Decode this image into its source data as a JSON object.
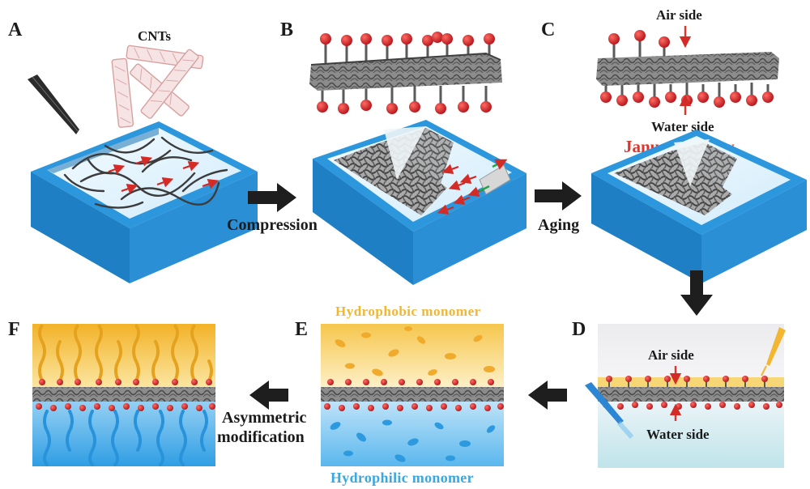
{
  "panels": {
    "a": {
      "letter": "A",
      "label": "CNTs"
    },
    "b": {
      "letter": "B"
    },
    "c": {
      "letter": "C",
      "air": "Air side",
      "water": "Water side",
      "janus": "Janus property"
    },
    "d": {
      "letter": "D",
      "air": "Air side",
      "water": "Water side"
    },
    "e": {
      "letter": "E",
      "top": "Hydrophobic monomer",
      "bottom": "Hydrophilic monomer"
    },
    "f": {
      "letter": "F"
    }
  },
  "steps": {
    "compression": "Compression",
    "aging": "Aging",
    "asym_line1": "Asymmetric",
    "asym_line2": "modification"
  },
  "colors": {
    "trough": "#2f9fe6",
    "trough_dark": "#1d7fc4",
    "cnt": "#5e5e5e",
    "head": "#cc1f22",
    "hydrophobic": "#f3b93a",
    "hydrophilic": "#43b0ec",
    "janus_red": "#e2342a"
  },
  "icons": {
    "pipette": "pipette-icon",
    "barrier": "barrier-icon",
    "arrow": "process-arrow-icon"
  }
}
